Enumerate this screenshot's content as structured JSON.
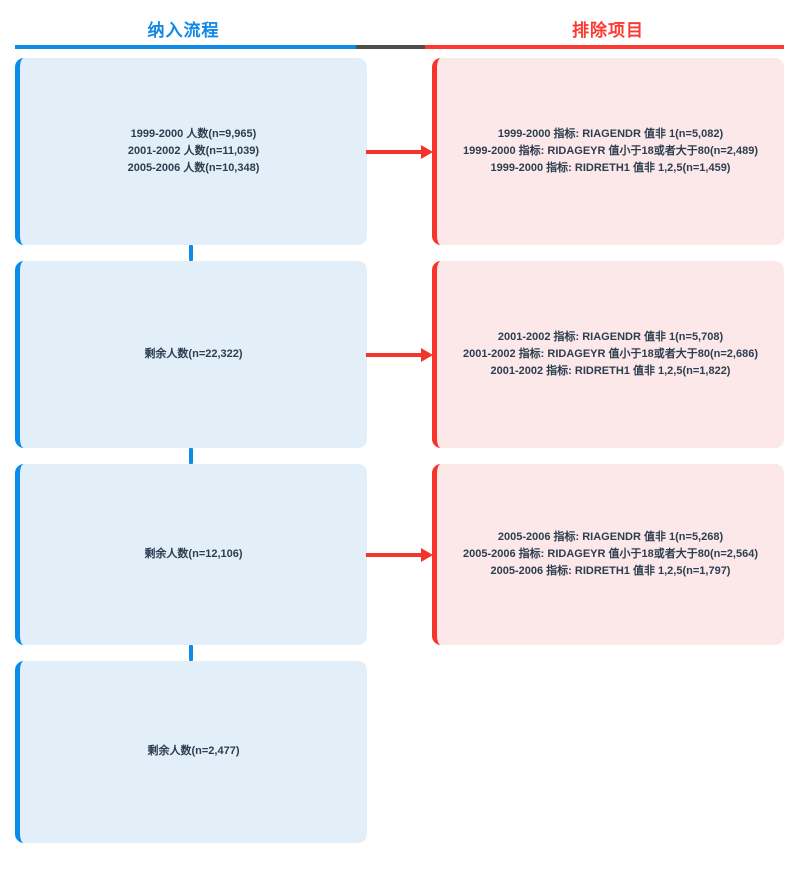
{
  "header": {
    "include_title": "纳入流程",
    "exclude_title": "排除项目",
    "rule_colors": {
      "left": "#0c8ce9",
      "middle": "#4f4c4c",
      "right": "#fb3b32"
    }
  },
  "colors": {
    "include_accent": "#0c8ce9",
    "include_fill": "#e2eff9",
    "exclude_accent": "#f5352b",
    "exclude_fill": "#fce8e8",
    "arrow": "#f2352b",
    "text": "#2c3e50",
    "background": "#ffffff"
  },
  "include_nodes": [
    {
      "id": "include-1",
      "lines": [
        "1999-2000 人数(n=9,965)",
        "2001-2002 人数(n=11,039)",
        "2005-2006 人数(n=10,348)"
      ],
      "text": "1999-2000 人数(n=9,965)\n2001-2002 人数(n=11,039)\n2005-2006 人数(n=10,348)"
    },
    {
      "id": "include-2",
      "lines": [
        "剩余人数(n=22,322)"
      ],
      "text": "剩余人数(n=22,322)"
    },
    {
      "id": "include-3",
      "lines": [
        "剩余人数(n=12,106)"
      ],
      "text": "剩余人数(n=12,106)"
    },
    {
      "id": "include-4",
      "lines": [
        "剩余人数(n=2,477)"
      ],
      "text": "剩余人数(n=2,477)"
    }
  ],
  "exclude_nodes": [
    {
      "id": "exclude-1",
      "lines": [
        "1999-2000 指标: RIAGENDR 值非 1(n=5,082)",
        "1999-2000 指标: RIDAGEYR 值小于18或者大于80(n=2,489)",
        "1999-2000 指标: RIDRETH1 值非 1,2,5(n=1,459)"
      ],
      "text": "1999-2000 指标: RIAGENDR 值非 1(n=5,082)\n1999-2000 指标: RIDAGEYR 值小于18或者大于80(n=2,489)\n1999-2000 指标: RIDRETH1 值非 1,2,5(n=1,459)"
    },
    {
      "id": "exclude-2",
      "lines": [
        "2001-2002 指标: RIAGENDR 值非 1(n=5,708)",
        "2001-2002 指标: RIDAGEYR 值小于18或者大于80(n=2,686)",
        "2001-2002 指标: RIDRETH1 值非 1,2,5(n=1,822)"
      ],
      "text": "2001-2002 指标: RIAGENDR 值非 1(n=5,708)\n2001-2002 指标: RIDAGEYR 值小于18或者大于80(n=2,686)\n2001-2002 指标: RIDRETH1 值非 1,2,5(n=1,822)"
    },
    {
      "id": "exclude-3",
      "lines": [
        "2005-2006 指标: RIAGENDR 值非 1(n=5,268)",
        "2005-2006 指标: RIDAGEYR 值小于18或者大于80(n=2,564)",
        "2005-2006 指标: RIDRETH1 值非 1,2,5(n=1,797)"
      ],
      "text": "2005-2006 指标: RIAGENDR 值非 1(n=5,268)\n2005-2006 指标: RIDAGEYR 值小于18或者大于80(n=2,564)\n2005-2006 指标: RIDRETH1 值非 1,2,5(n=1,797)"
    }
  ],
  "connectors": {
    "vertical_count": 3,
    "arrow_count": 3
  }
}
